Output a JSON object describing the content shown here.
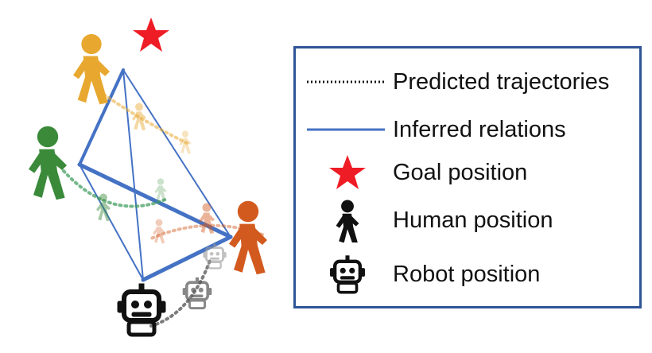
{
  "legend": {
    "items": [
      {
        "label": "Predicted trajectories",
        "icon": "dotted-line-icon"
      },
      {
        "label": "Inferred relations",
        "icon": "blue-line-icon"
      },
      {
        "label": "Goal position",
        "icon": "red-star-icon"
      },
      {
        "label": "Human position",
        "icon": "walking-person-icon"
      },
      {
        "label": "Robot position",
        "icon": "robot-icon"
      }
    ]
  },
  "colors": {
    "relation": "#4472c4",
    "legend_border": "#2f5597",
    "goal": "#ee1c25",
    "human_yellow": "#e8a830",
    "human_green": "#3a8a3a",
    "human_orange": "#d35a1e",
    "robot": "#111111"
  }
}
